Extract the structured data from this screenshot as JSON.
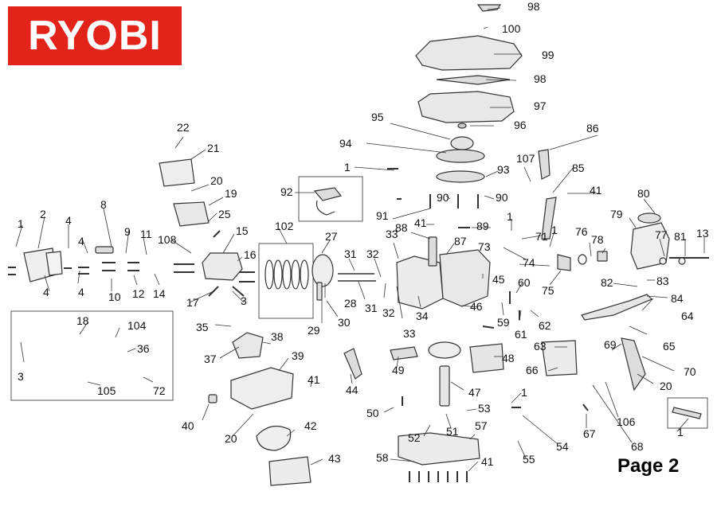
{
  "brand": {
    "name": "RYOBI",
    "color": "#e2231a"
  },
  "page_label": "Page 2",
  "part_callouts": [
    "98",
    "100",
    "99",
    "98",
    "97",
    "96",
    "86",
    "95",
    "94",
    "93",
    "107",
    "85",
    "41",
    "80",
    "1",
    "92",
    "90",
    "90",
    "91",
    "89",
    "1",
    "71",
    "1",
    "79",
    "77",
    "81",
    "13",
    "88",
    "41",
    "87",
    "73",
    "74",
    "76",
    "78",
    "33",
    "27",
    "31",
    "32",
    "75",
    "82",
    "83",
    "84",
    "60",
    "22",
    "21",
    "20",
    "19",
    "25",
    "15",
    "108",
    "16",
    "102",
    "2",
    "1",
    "4",
    "8",
    "9",
    "4",
    "11",
    "4",
    "10",
    "12",
    "14",
    "17",
    "3",
    "4",
    "28",
    "29",
    "30",
    "31",
    "32",
    "33",
    "34",
    "45",
    "46",
    "59",
    "61",
    "62",
    "64",
    "65",
    "35",
    "18",
    "104",
    "36",
    "3",
    "105",
    "72",
    "37",
    "38",
    "39",
    "41",
    "44",
    "49",
    "48",
    "63",
    "66",
    "69",
    "70",
    "20",
    "47",
    "50",
    "40",
    "20",
    "42",
    "51",
    "52",
    "53",
    "57",
    "1",
    "54",
    "55",
    "67",
    "68",
    "106",
    "1",
    "58",
    "41",
    "43"
  ],
  "colors": {
    "line": "#333333",
    "text": "#111111",
    "box_border": "#555555"
  }
}
